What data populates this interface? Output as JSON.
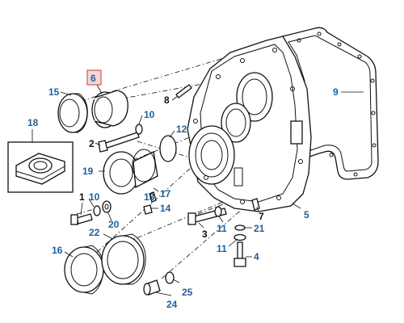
{
  "callouts": {
    "c1": "1",
    "c2": "2",
    "c3": "3",
    "c4": "4",
    "c5": "5",
    "c6": "6",
    "c7": "7",
    "c8": "8",
    "c9": "9",
    "c10a": "10",
    "c10b": "10",
    "c11a": "11",
    "c11b": "11",
    "c12": "12",
    "c13": "13",
    "c14": "14",
    "c15": "15",
    "c16": "16",
    "c17": "17",
    "c18": "18",
    "c19": "19",
    "c20": "20",
    "c21": "21",
    "c22": "22",
    "c24": "24",
    "c25": "25"
  },
  "highlighted_callout": "6",
  "colors": {
    "callout_text": "#1f5f9a",
    "highlight_fill": "#f6d6d6",
    "highlight_border": "#c06060",
    "line_art": "#111111"
  }
}
